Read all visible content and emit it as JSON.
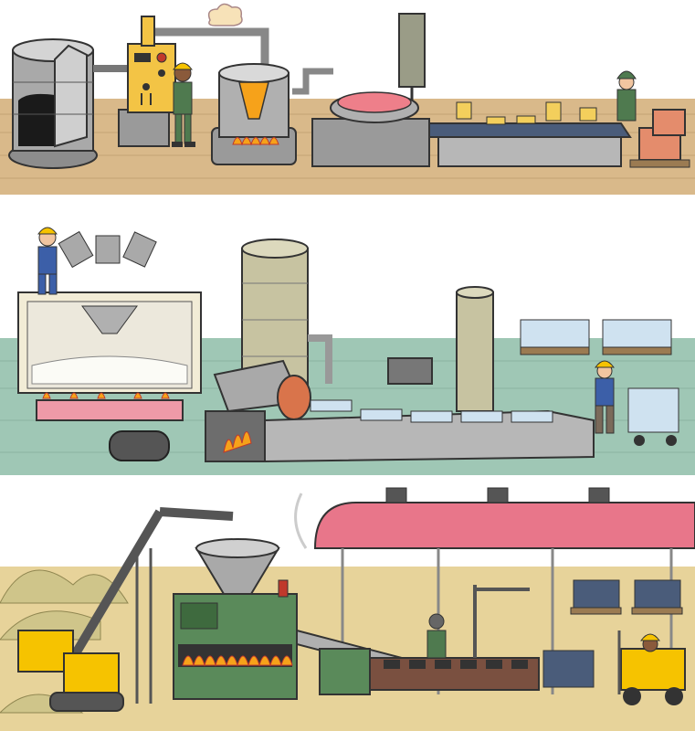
{
  "image": {
    "kind": "illustration",
    "panels": [
      {
        "id": "soap-factory",
        "has_text": false
      },
      {
        "id": "glass-factory",
        "has_text": false
      },
      {
        "id": "mining-processing-plant",
        "has_text": false
      }
    ]
  },
  "colors": {
    "panel1_floor": "#d9b98a",
    "panel2_floor": "#9fc7b5",
    "panel3_floor": "#e7d39a",
    "machine_gray": "#8c8c8c",
    "accent_orange": "#f6a21a",
    "awning_pink": "#e8768a",
    "green_machine": "#5a8a5a",
    "conveyor_blue": "#4a5c7a"
  }
}
